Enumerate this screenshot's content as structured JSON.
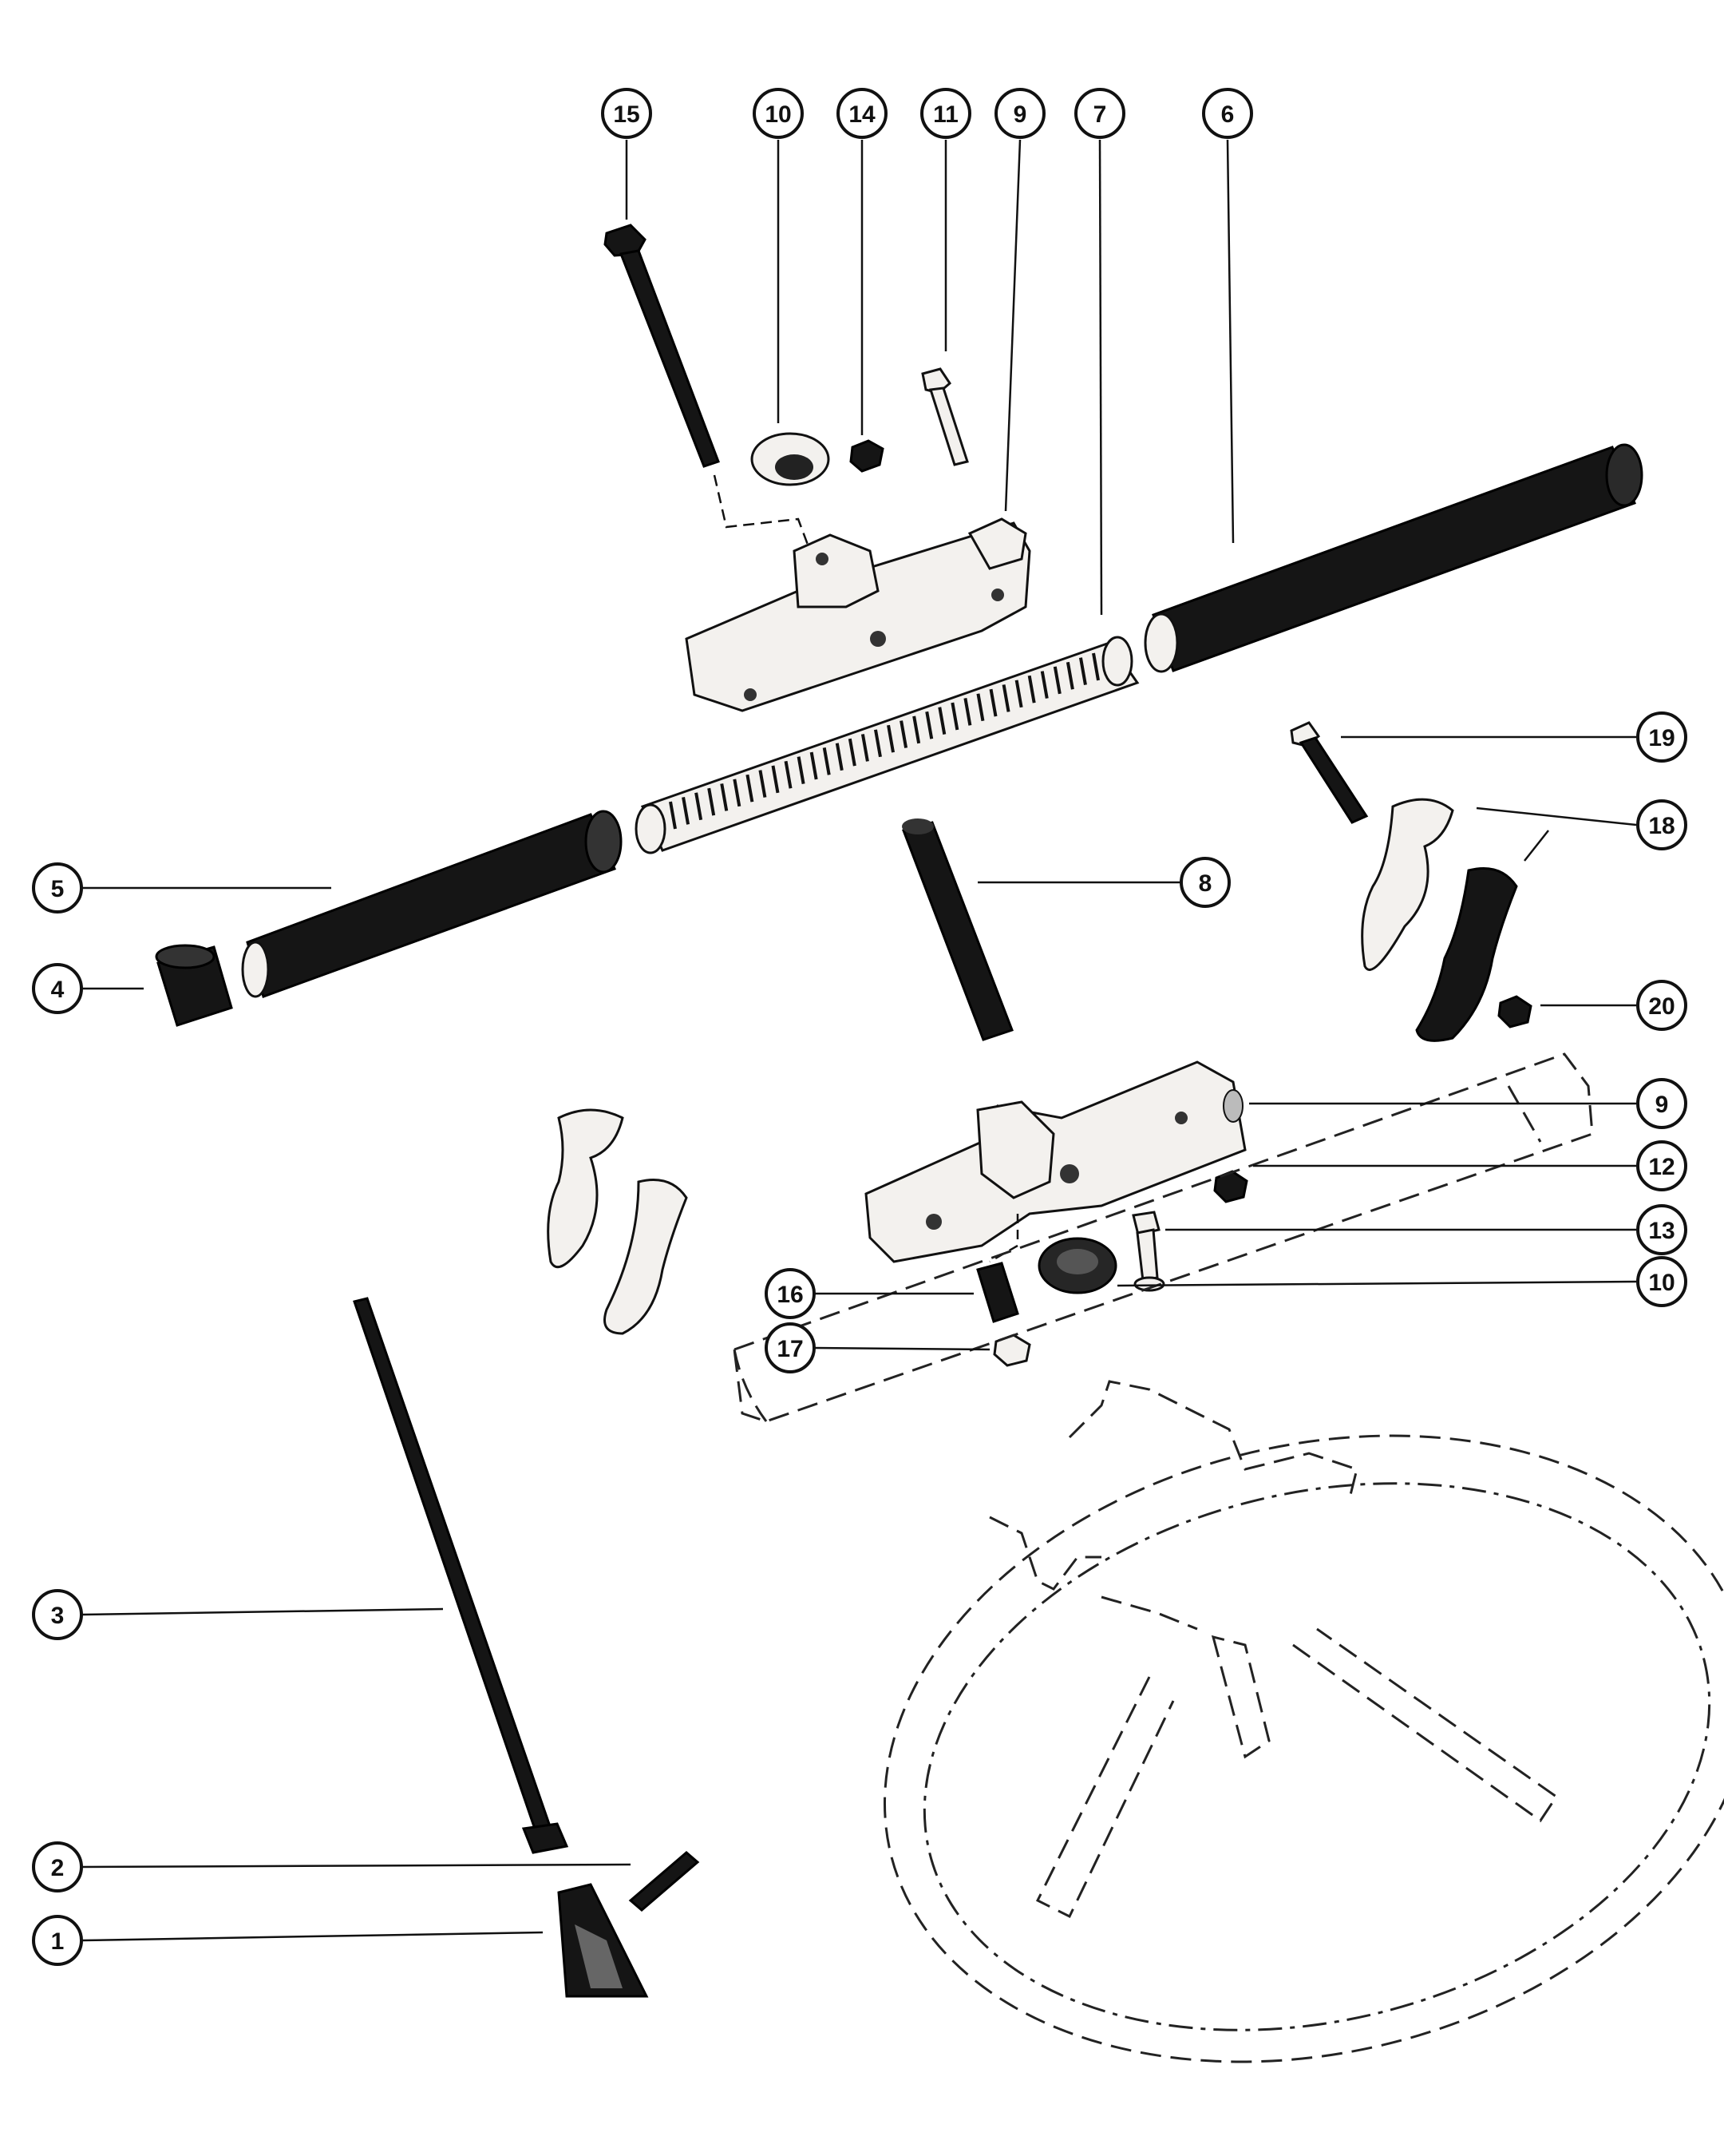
{
  "callouts": [
    {
      "id": "c15",
      "label": "15"
    },
    {
      "id": "c10a",
      "label": "10"
    },
    {
      "id": "c14",
      "label": "14"
    },
    {
      "id": "c11",
      "label": "11"
    },
    {
      "id": "c9a",
      "label": "9"
    },
    {
      "id": "c7",
      "label": "7"
    },
    {
      "id": "c6",
      "label": "6"
    },
    {
      "id": "c19",
      "label": "19"
    },
    {
      "id": "c18",
      "label": "18"
    },
    {
      "id": "c5",
      "label": "5"
    },
    {
      "id": "c8",
      "label": "8"
    },
    {
      "id": "c4",
      "label": "4"
    },
    {
      "id": "c20",
      "label": "20"
    },
    {
      "id": "c9b",
      "label": "9"
    },
    {
      "id": "c12",
      "label": "12"
    },
    {
      "id": "c13",
      "label": "13"
    },
    {
      "id": "c16",
      "label": "16"
    },
    {
      "id": "c10b",
      "label": "10"
    },
    {
      "id": "c17",
      "label": "17"
    },
    {
      "id": "c3",
      "label": "3"
    },
    {
      "id": "c2",
      "label": "2"
    },
    {
      "id": "c1",
      "label": "1"
    }
  ],
  "colors": {
    "ink": "#111111",
    "part_dark": "#151515",
    "part_light": "#f3f1ee",
    "background": "#ffffff"
  }
}
